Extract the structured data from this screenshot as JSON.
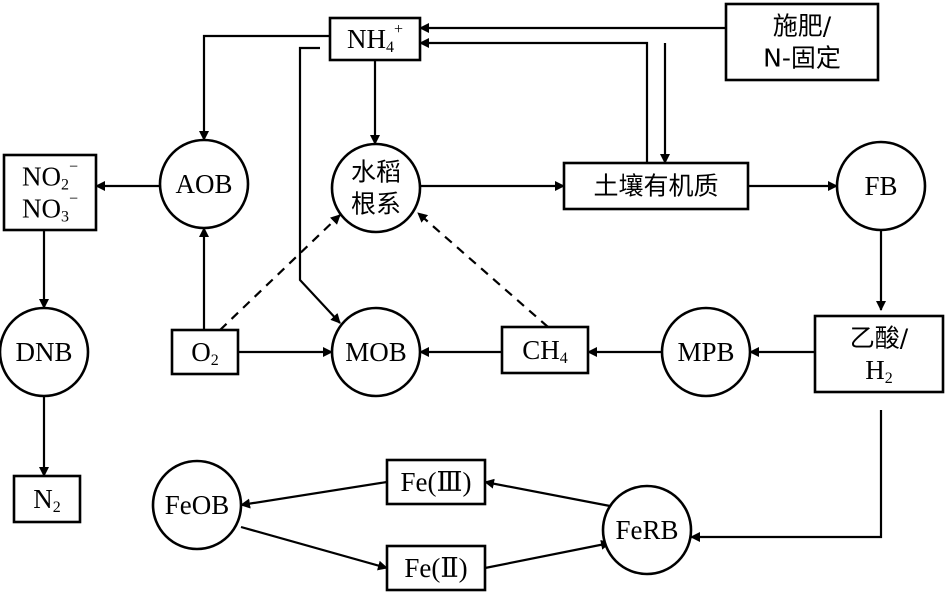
{
  "nodes": {
    "nh4": {
      "shape": "rect",
      "lines": [
        {
          "t": "NH",
          "sup": "+",
          "sub": "4"
        }
      ]
    },
    "fertilizer": {
      "shape": "rect",
      "lines": [
        {
          "t": "施肥/"
        },
        {
          "t": "N-固定"
        }
      ]
    },
    "aob": {
      "shape": "circle",
      "lines": [
        {
          "t": "AOB"
        }
      ]
    },
    "no2no3": {
      "shape": "rect",
      "lines": [
        {
          "t": "NO",
          "sub": "2",
          "sup": "−"
        },
        {
          "t": "NO",
          "sub": "3",
          "sup": "−"
        }
      ]
    },
    "rice_root": {
      "shape": "circle",
      "lines": [
        {
          "t": "水稻"
        },
        {
          "t": "根系"
        }
      ]
    },
    "soil_om": {
      "shape": "rect",
      "lines": [
        {
          "t": "土壤有机质"
        }
      ]
    },
    "fb": {
      "shape": "circle",
      "lines": [
        {
          "t": "FB"
        }
      ]
    },
    "dnb": {
      "shape": "circle",
      "lines": [
        {
          "t": "DNB"
        }
      ]
    },
    "o2": {
      "shape": "rect",
      "lines": [
        {
          "t": "O",
          "sub": "2"
        }
      ]
    },
    "mob": {
      "shape": "circle",
      "lines": [
        {
          "t": "MOB"
        }
      ]
    },
    "ch4": {
      "shape": "rect",
      "lines": [
        {
          "t": "CH",
          "sub": "4"
        }
      ]
    },
    "mpb": {
      "shape": "circle",
      "lines": [
        {
          "t": "MPB"
        }
      ]
    },
    "acetate_h2": {
      "shape": "rect",
      "lines": [
        {
          "t": "乙酸/"
        },
        {
          "t": "H",
          "sub": "2"
        }
      ]
    },
    "n2": {
      "shape": "rect",
      "lines": [
        {
          "t": "N",
          "sub": "2"
        }
      ]
    },
    "feob": {
      "shape": "circle",
      "lines": [
        {
          "t": "FeOB"
        }
      ]
    },
    "fe3": {
      "shape": "rect",
      "lines": [
        {
          "t": "Fe(Ⅲ)"
        }
      ]
    },
    "ferb": {
      "shape": "circle",
      "lines": [
        {
          "t": "FeRB"
        }
      ]
    },
    "fe2": {
      "shape": "rect",
      "lines": [
        {
          "t": "Fe(Ⅱ)"
        }
      ]
    }
  },
  "edges": [
    {
      "from": "fertilizer",
      "to": "nh4",
      "style": "solid"
    },
    {
      "from": "soil_om",
      "to": "nh4",
      "style": "solid"
    },
    {
      "from": "fertilizer",
      "to": "soil_om",
      "style": "solid"
    },
    {
      "from": "nh4",
      "to": "aob",
      "style": "solid"
    },
    {
      "from": "nh4",
      "to": "rice_root",
      "style": "solid"
    },
    {
      "from": "nh4",
      "to": "mob",
      "style": "solid"
    },
    {
      "from": "aob",
      "to": "no2no3",
      "style": "solid"
    },
    {
      "from": "no2no3",
      "to": "dnb",
      "style": "solid"
    },
    {
      "from": "dnb",
      "to": "n2",
      "style": "solid"
    },
    {
      "from": "o2",
      "to": "aob",
      "style": "solid"
    },
    {
      "from": "o2",
      "to": "mob",
      "style": "solid"
    },
    {
      "from": "o2",
      "to": "rice_root",
      "style": "dashed"
    },
    {
      "from": "ch4",
      "to": "rice_root",
      "style": "dashed"
    },
    {
      "from": "ch4",
      "to": "mob",
      "style": "solid"
    },
    {
      "from": "rice_root",
      "to": "soil_om",
      "style": "solid"
    },
    {
      "from": "soil_om",
      "to": "fb",
      "style": "solid"
    },
    {
      "from": "fb",
      "to": "acetate_h2",
      "style": "solid"
    },
    {
      "from": "acetate_h2",
      "to": "mpb",
      "style": "solid"
    },
    {
      "from": "mpb",
      "to": "ch4",
      "style": "solid"
    },
    {
      "from": "acetate_h2",
      "to": "ferb",
      "style": "solid"
    },
    {
      "from": "ferb",
      "to": "fe3",
      "style": "solid"
    },
    {
      "from": "fe3",
      "to": "feob",
      "style": "solid"
    },
    {
      "from": "feob",
      "to": "fe2",
      "style": "solid"
    },
    {
      "from": "fe2",
      "to": "ferb",
      "style": "solid"
    }
  ]
}
